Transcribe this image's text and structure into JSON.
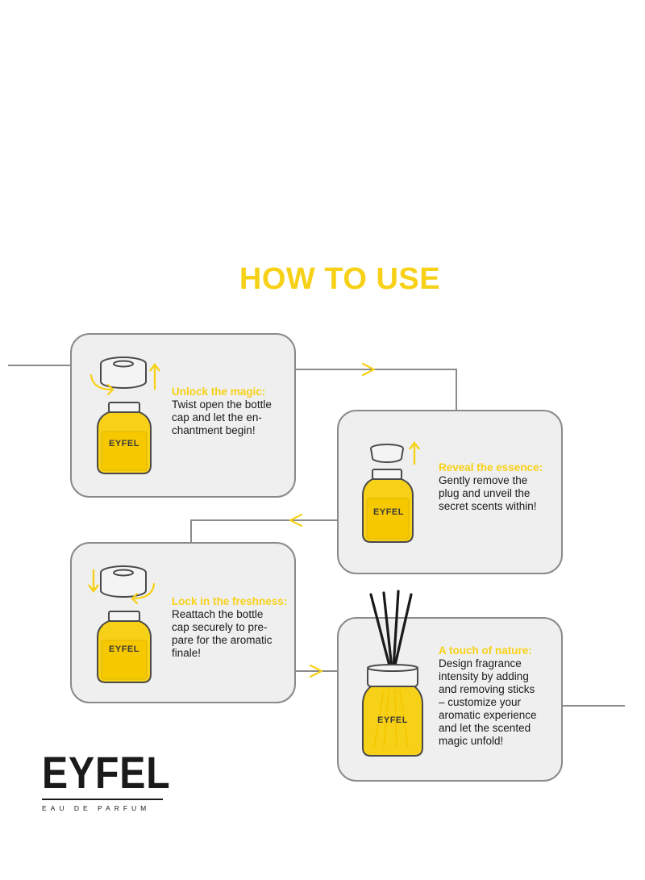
{
  "title": "HOW TO USE",
  "steps": [
    {
      "title": "Unlock the magic:",
      "body": "Twist open the bottle\ncap and let the en-\nchantment begin!",
      "jar_label": "EYFEL"
    },
    {
      "title": "Reveal the essence:",
      "body": "Gently remove the\nplug and unveil the\nsecret scents within!",
      "jar_label": "EYFEL"
    },
    {
      "title": "Lock in the freshness:",
      "body": "Reattach the bottle\ncap securely to pre-\npare for the aromatic\nfinale!",
      "jar_label": "EYFEL"
    },
    {
      "title": "A touch of nature:",
      "body": "Design fragrance\nintensity by adding\nand removing sticks\n– customize your\naromatic experience\nand let the scented\nmagic unfold!",
      "jar_label": "EYFEL"
    }
  ],
  "brand": {
    "name": "EYFEL",
    "tagline": "EAU DE PARFUM"
  },
  "icons": [
    "twist-arrow-icon",
    "up-arrow-icon",
    "down-arrow-icon",
    "flow-chevron-icon",
    "reed-sticks-icon"
  ],
  "colors": {
    "accent": "#f7d117",
    "card_bg": "#efefef",
    "card_border": "#8a8a8a",
    "line": "#8a8a8a",
    "text": "#1a1a1a"
  }
}
